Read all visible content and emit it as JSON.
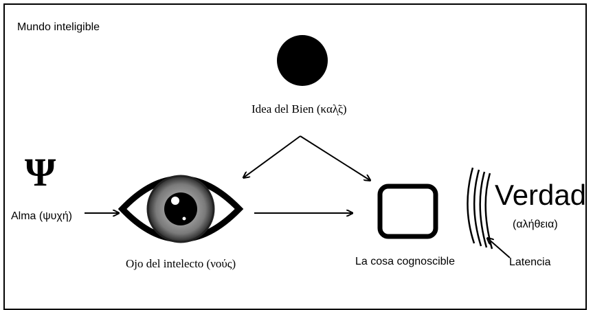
{
  "title": "Mundo inteligible",
  "nodes": {
    "idea": {
      "label": "Idea del Bien (καλ̃ͅς)"
    },
    "alma": {
      "symbol": "Ψ",
      "label": "Alma (ψυχή)"
    },
    "ojo": {
      "label": "Ojo del intelecto (νούς)"
    },
    "cosa": {
      "label": "La cosa cognoscible"
    },
    "verdad": {
      "label": "Verdad",
      "greek": "(αλήθεια)"
    },
    "latencia": {
      "label": "Latencia"
    }
  },
  "colors": {
    "stroke": "#000000",
    "iris": "#8a8a8a"
  }
}
